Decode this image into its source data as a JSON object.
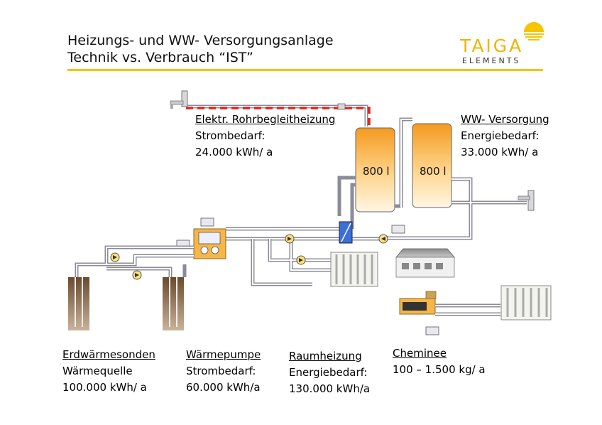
{
  "header": {
    "title_line1": "Heizungs- und WW- Versorgungsanlage",
    "title_line2": "Technik vs. Verbrauch “IST”",
    "logo_text": "TAIGA",
    "logo_sub": "ELEMENTS"
  },
  "tanks": [
    {
      "label": "800 l"
    },
    {
      "label": "800 l"
    }
  ],
  "labels": {
    "rohrbegleitheizung": {
      "heading": "Elektr. Rohrbegleitheizung",
      "line1": "Strombedarf:",
      "line2": "24.000 kWh/ a"
    },
    "ww_versorgung": {
      "heading": "WW- Versorgung",
      "line1": "Energiebedarf:",
      "line2": "33.000 kWh/ a"
    },
    "erdwaermesonden": {
      "heading": "Erdwärmesonden",
      "line1": "Wärmequelle",
      "line2": "100.000 kWh/ a"
    },
    "waermepumpe": {
      "heading": "Wärmepumpe",
      "line1": "Strombedarf:",
      "line2": "60.000 kWh/a"
    },
    "raumheizung": {
      "heading": "Raumheizung",
      "line1": "Energiebedarf:",
      "line2": "130.000 kWh/a"
    },
    "cheminee": {
      "heading": "Cheminee",
      "line1": "100 – 1.500 kg/ a"
    }
  },
  "colors": {
    "accent": "#f5c400",
    "tank_top": "#f39a1e",
    "tank_bottom": "#fff4d8",
    "heat_trace": "#e8201a",
    "pipe": "#9a9aa6"
  }
}
